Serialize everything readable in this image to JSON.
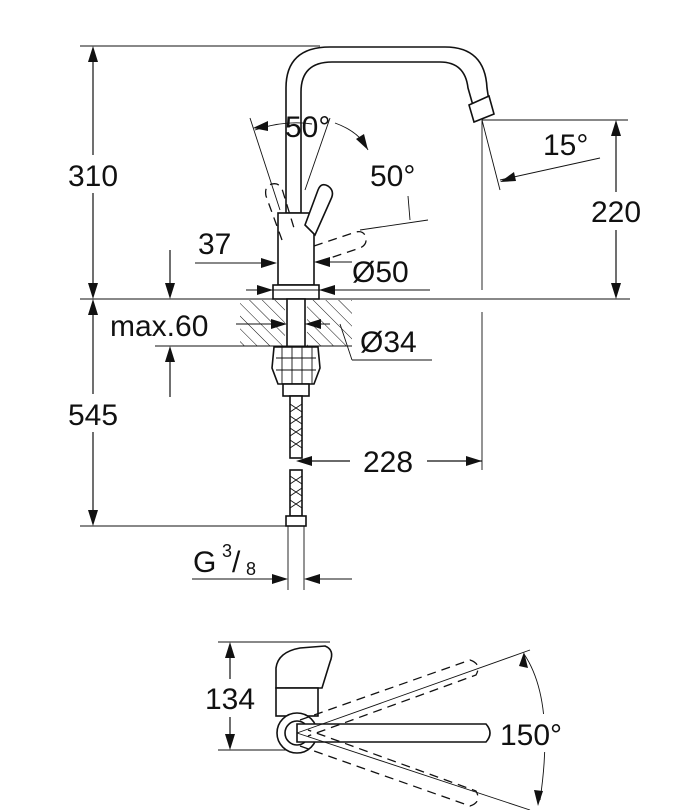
{
  "dimensions": {
    "height_total": "310",
    "spout_height": "220",
    "spout_angle": "15°",
    "lever_angle_left": "50°",
    "lever_angle_right": "50°",
    "base_width": "37",
    "base_diameter": "Ø50",
    "hole_diameter": "Ø34",
    "deck_thickness": "max.60",
    "below_deck": "545",
    "spout_reach": "228",
    "connection_main": "G",
    "connection_num": "3",
    "connection_sep": "/",
    "connection_den": "8",
    "top_view_height": "134",
    "swivel_angle": "150°"
  },
  "colors": {
    "line": "#111111",
    "background": "#ffffff"
  }
}
